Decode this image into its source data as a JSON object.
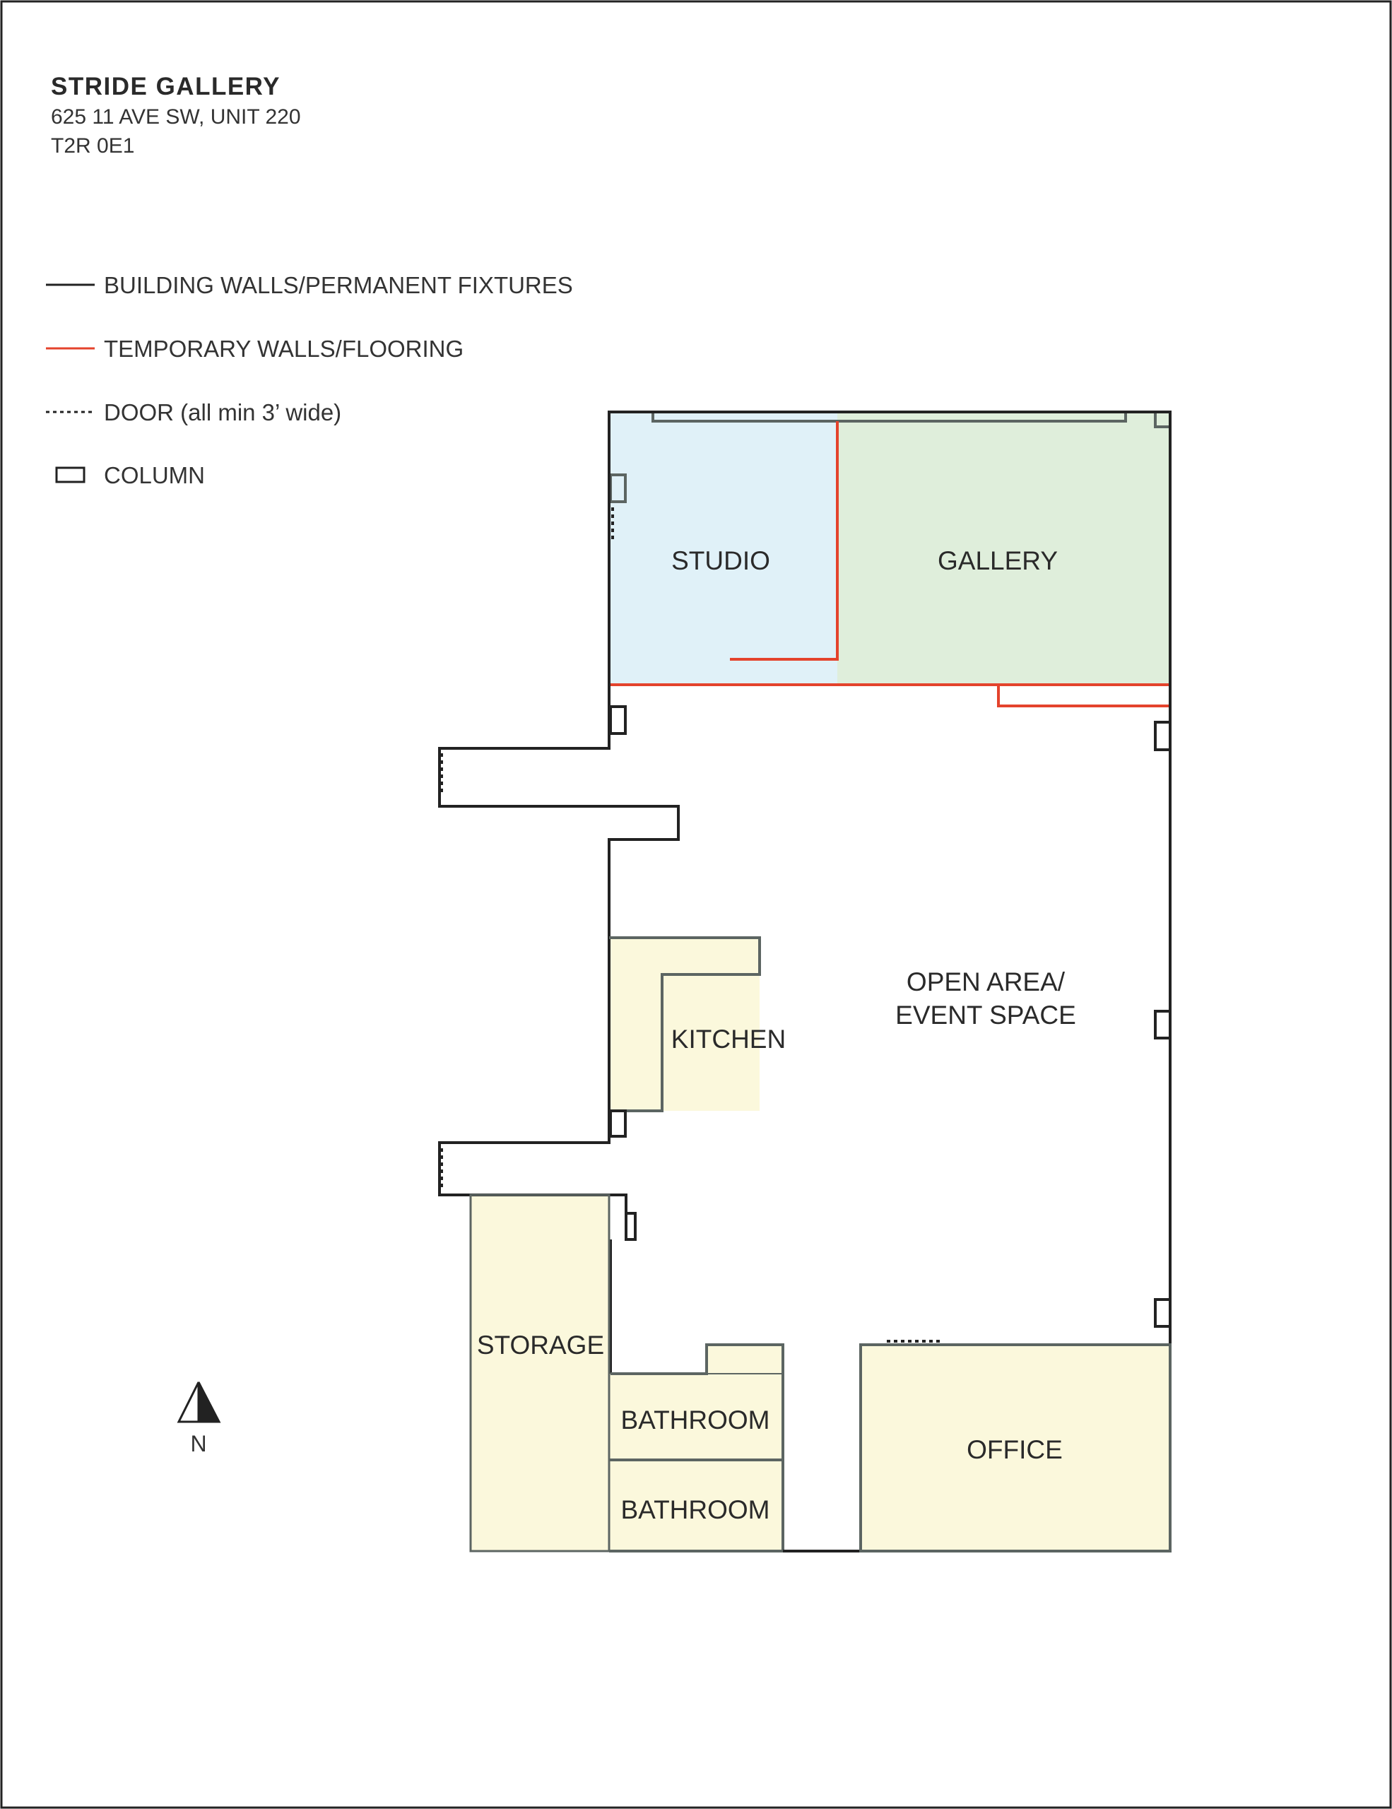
{
  "header": {
    "title": "STRIDE GALLERY",
    "address_line1": "625 11 AVE SW, UNIT 220",
    "address_line2": "T2R 0E1"
  },
  "legend": {
    "building_walls": "BUILDING WALLS/PERMANENT FIXTURES",
    "temporary_walls": "TEMPORARY WALLS/FLOORING",
    "door": "DOOR (all min 3’ wide)",
    "column": "COLUMN"
  },
  "rooms": {
    "studio": "STUDIO",
    "gallery": "GALLERY",
    "open_area_line1": "OPEN AREA/",
    "open_area_line2": "EVENT SPACE",
    "kitchen": "KITCHEN",
    "storage": "STORAGE",
    "bathroom1": "BATHROOM",
    "bathroom2": "BATHROOM",
    "office": "OFFICE"
  },
  "north_label": "N",
  "colors": {
    "studio": "#e0f1f8",
    "gallery": "#dfeedb",
    "utility": "#fbf8dc",
    "temporary": "#e4432c",
    "permanent": "#222222"
  }
}
